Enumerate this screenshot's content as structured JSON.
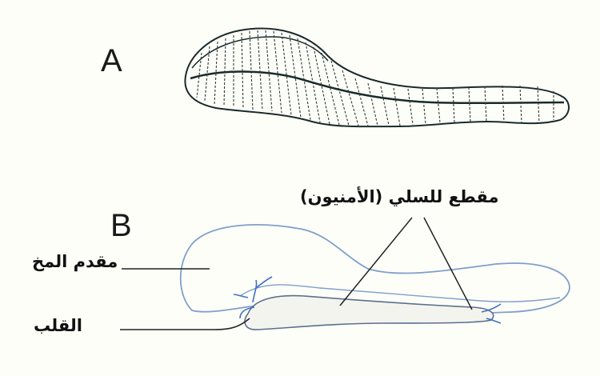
{
  "panels": {
    "a": {
      "letter": "A"
    },
    "b": {
      "letter": "B"
    }
  },
  "labels": {
    "amnion_section": "مقطع للسلي (الأمنيون)",
    "forebrain": "مقدم المخ",
    "heart": "القلب"
  },
  "colors": {
    "ink": "#1a2a2a",
    "embryo_outline": "#7f9fc9",
    "embryo_accent": "#3f6fc0",
    "leader_line": "#222222",
    "background": "#fefef9"
  }
}
